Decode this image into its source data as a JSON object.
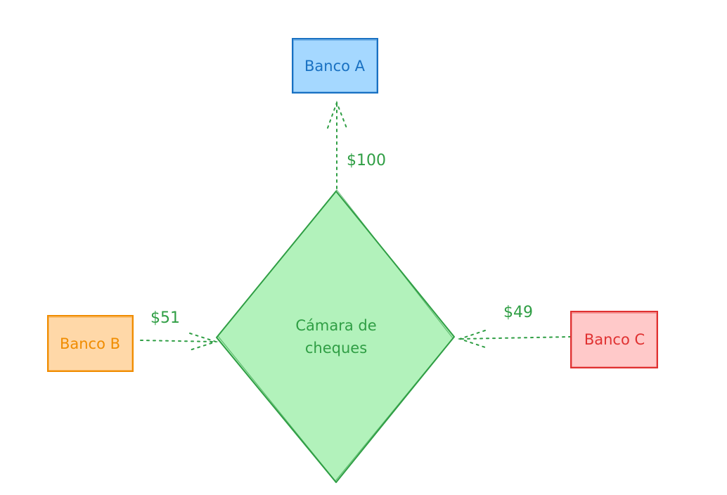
{
  "nodes": {
    "banco_a": {
      "label": "Banco A",
      "fill": "#a5d8ff",
      "stroke": "#1971c2",
      "text_color": "#1971c2"
    },
    "banco_b": {
      "label": "Banco B",
      "fill": "#ffd8a8",
      "stroke": "#f08c00",
      "text_color": "#f08c00"
    },
    "banco_c": {
      "label": "Banco C",
      "fill": "#ffc9c9",
      "stroke": "#e03131",
      "text_color": "#e03131"
    },
    "camara": {
      "label_line1": "Cámara de",
      "label_line2": "cheques",
      "fill": "#b2f2bb",
      "stroke": "#2f9e44",
      "text_color": "#2f9e44"
    }
  },
  "edges": {
    "to_a": {
      "label": "$100",
      "color": "#2f9e44"
    },
    "from_b": {
      "label": "$51",
      "color": "#2f9e44"
    },
    "from_c": {
      "label": "$49",
      "color": "#2f9e44"
    }
  }
}
